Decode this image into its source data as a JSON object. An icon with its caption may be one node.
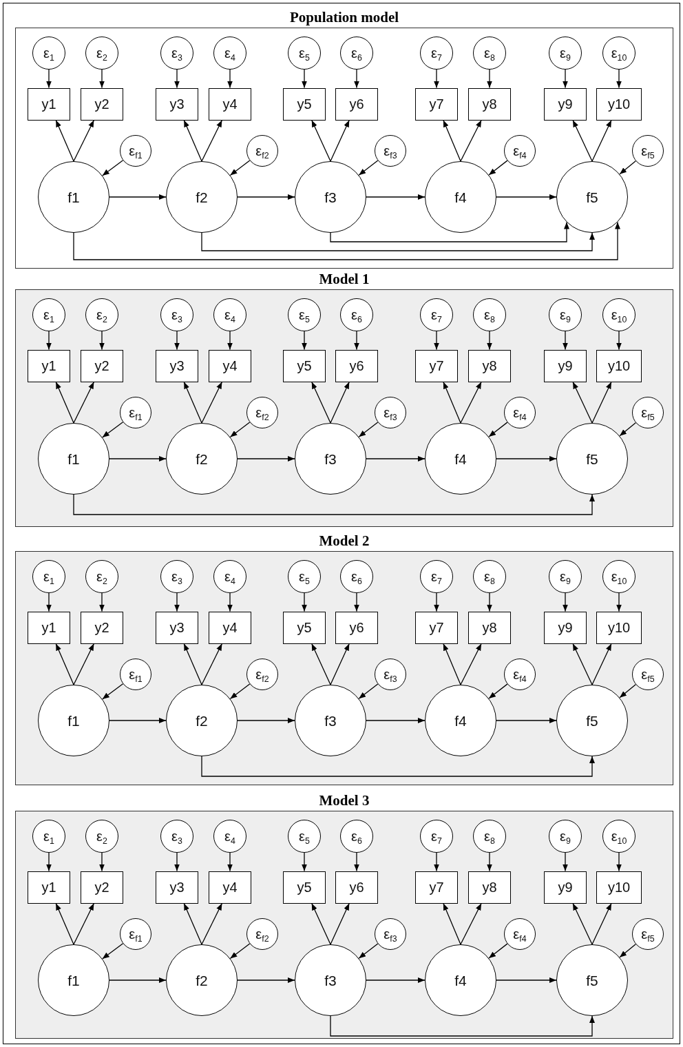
{
  "diagram": {
    "nodes": [
      {
        "text": [
          "Population model"
        ]
      },
      {
        "text": [
          "ε$_{1}$"
        ],
        "in": 0
      },
      {
        "text": [
          "ε$_{2}$"
        ],
        "in": 0
      },
      {
        "text": [
          "ε$_{3}$"
        ],
        "in": 0
      },
      {
        "text": [
          "ε$_{4}$"
        ],
        "in": 0
      },
      {
        "text": [
          "ε$_{5}$"
        ],
        "in": 0
      },
      {
        "text": [
          "ε$_{6}$"
        ],
        "in": 0
      },
      {
        "text": [
          "ε$_{7}$"
        ],
        "in": 0
      },
      {
        "text": [
          "ε$_{8}$"
        ],
        "in": 0
      },
      {
        "text": [
          "ε$_{9}$"
        ],
        "in": 0
      },
      {
        "text": [
          "ε$_{10}$"
        ],
        "in": 0
      },
      {
        "text": [
          "y1"
        ],
        "in": 0
      },
      {
        "text": [
          "y2"
        ],
        "in": 0
      },
      {
        "text": [
          "y3"
        ],
        "in": 0
      },
      {
        "text": [
          "y4"
        ],
        "in": 0
      },
      {
        "text": [
          "y5"
        ],
        "in": 0
      },
      {
        "text": [
          "y6"
        ],
        "in": 0
      },
      {
        "text": [
          "y7"
        ],
        "in": 0
      },
      {
        "text": [
          "y8"
        ],
        "in": 0
      },
      {
        "text": [
          "y9"
        ],
        "in": 0
      },
      {
        "text": [
          "y10"
        ],
        "in": 0
      },
      {
        "text": [
          "ε$_{f1}$"
        ],
        "in": 0
      },
      {
        "text": [
          "ε$_{f2}$"
        ],
        "in": 0
      },
      {
        "text": [
          "ε$_{f3}$"
        ],
        "in": 0
      },
      {
        "text": [
          "ε$_{f4}$"
        ],
        "in": 0
      },
      {
        "text": [
          "ε$_{f5}$"
        ],
        "in": 0
      },
      {
        "text": [
          "f1"
        ],
        "in": 0
      },
      {
        "text": [
          "f2"
        ],
        "in": 0
      },
      {
        "text": [
          "f3"
        ],
        "in": 0
      },
      {
        "text": [
          "f4"
        ],
        "in": 0
      },
      {
        "text": [
          "f5"
        ],
        "in": 0
      },
      {
        "text": [
          "Model 1"
        ]
      },
      {
        "text": [
          "ε$_{1}$"
        ],
        "in": 31
      },
      {
        "text": [
          "ε$_{2}$"
        ],
        "in": 31
      },
      {
        "text": [
          "ε$_{3}$"
        ],
        "in": 31
      },
      {
        "text": [
          "ε$_{4}$"
        ],
        "in": 31
      },
      {
        "text": [
          "ε$_{5}$"
        ],
        "in": 31
      },
      {
        "text": [
          "ε$_{6}$"
        ],
        "in": 31
      },
      {
        "text": [
          "ε$_{7}$"
        ],
        "in": 31
      },
      {
        "text": [
          "ε$_{8}$"
        ],
        "in": 31
      },
      {
        "text": [
          "ε$_{9}$"
        ],
        "in": 31
      },
      {
        "text": [
          "ε$_{10}$"
        ],
        "in": 31
      },
      {
        "text": [
          "y1"
        ],
        "in": 31
      },
      {
        "text": [
          "y2"
        ],
        "in": 31
      },
      {
        "text": [
          "y3"
        ],
        "in": 31
      },
      {
        "text": [
          "y4"
        ],
        "in": 31
      },
      {
        "text": [
          "y5"
        ],
        "in": 31
      },
      {
        "text": [
          "y6"
        ],
        "in": 31
      },
      {
        "text": [
          "y7"
        ],
        "in": 31
      },
      {
        "text": [
          "y8"
        ],
        "in": 31
      },
      {
        "text": [
          "y9"
        ],
        "in": 31
      },
      {
        "text": [
          "y10"
        ],
        "in": 31
      },
      {
        "text": [
          "ε$_{f1}$"
        ],
        "in": 31
      },
      {
        "text": [
          "ε$_{f2}$"
        ],
        "in": 31
      },
      {
        "text": [
          "ε$_{f3}$"
        ],
        "in": 31
      },
      {
        "text": [
          "ε$_{f4}$"
        ],
        "in": 31
      },
      {
        "text": [
          "ε$_{f5}$"
        ],
        "in": 31
      },
      {
        "text": [
          "f1"
        ],
        "in": 31
      },
      {
        "text": [
          "f2"
        ],
        "in": 31
      },
      {
        "text": [
          "f3"
        ],
        "in": 31
      },
      {
        "text": [
          "f4"
        ],
        "in": 31
      },
      {
        "text": [
          "f5"
        ],
        "in": 31
      },
      {
        "text": [
          "Model 2"
        ]
      },
      {
        "text": [
          "ε$_{1}$"
        ],
        "in": 62
      },
      {
        "text": [
          "ε$_{2}$"
        ],
        "in": 62
      },
      {
        "text": [
          "ε$_{3}$"
        ],
        "in": 62
      },
      {
        "text": [
          "ε$_{4}$"
        ],
        "in": 62
      },
      {
        "text": [
          "ε$_{5}$"
        ],
        "in": 62
      },
      {
        "text": [
          "ε$_{6}$"
        ],
        "in": 62
      },
      {
        "text": [
          "ε$_{7}$"
        ],
        "in": 62
      },
      {
        "text": [
          "ε$_{8}$"
        ],
        "in": 62
      },
      {
        "text": [
          "ε$_{9}$"
        ],
        "in": 62
      },
      {
        "text": [
          "ε$_{10}$"
        ],
        "in": 62
      },
      {
        "text": [
          "y1"
        ],
        "in": 62
      },
      {
        "text": [
          "y2"
        ],
        "in": 62
      },
      {
        "text": [
          "y3"
        ],
        "in": 62
      },
      {
        "text": [
          "y4"
        ],
        "in": 62
      },
      {
        "text": [
          "y5"
        ],
        "in": 62
      },
      {
        "text": [
          "y6"
        ],
        "in": 62
      },
      {
        "text": [
          "y7"
        ],
        "in": 62
      },
      {
        "text": [
          "y8"
        ],
        "in": 62
      },
      {
        "text": [
          "y9"
        ],
        "in": 62
      },
      {
        "text": [
          "y10"
        ],
        "in": 62
      },
      {
        "text": [
          "ε$_{f1}$"
        ],
        "in": 62
      },
      {
        "text": [
          "ε$_{f2}$"
        ],
        "in": 62
      },
      {
        "text": [
          "ε$_{f3}$"
        ],
        "in": 62
      },
      {
        "text": [
          "ε$_{f4}$"
        ],
        "in": 62
      },
      {
        "text": [
          "ε$_{f5}$"
        ],
        "in": 62
      },
      {
        "text": [
          "f1"
        ],
        "in": 62
      },
      {
        "text": [
          "f2"
        ],
        "in": 62
      },
      {
        "text": [
          "f3"
        ],
        "in": 62
      },
      {
        "text": [
          "f4"
        ],
        "in": 62
      },
      {
        "text": [
          "f5"
        ],
        "in": 62
      },
      {
        "text": [
          "Model 3"
        ]
      },
      {
        "text": [
          "ε$_{1}$"
        ],
        "in": 93
      },
      {
        "text": [
          "ε$_{2}$"
        ],
        "in": 93
      },
      {
        "text": [
          "ε$_{3}$"
        ],
        "in": 93
      },
      {
        "text": [
          "ε$_{4}$"
        ],
        "in": 93
      },
      {
        "text": [
          "ε$_{5}$"
        ],
        "in": 93
      },
      {
        "text": [
          "ε$_{6}$"
        ],
        "in": 93
      },
      {
        "text": [
          "ε$_{7}$"
        ],
        "in": 93
      },
      {
        "text": [
          "ε$_{8}$"
        ],
        "in": 93
      },
      {
        "text": [
          "ε$_{9}$"
        ],
        "in": 93
      },
      {
        "text": [
          "ε$_{10}$"
        ],
        "in": 93
      },
      {
        "text": [
          "y1"
        ],
        "in": 93
      },
      {
        "text": [
          "y2"
        ],
        "in": 93
      },
      {
        "text": [
          "y3"
        ],
        "in": 93
      },
      {
        "text": [
          "y4"
        ],
        "in": 93
      },
      {
        "text": [
          "y5"
        ],
        "in": 93
      },
      {
        "text": [
          "y6"
        ],
        "in": 93
      },
      {
        "text": [
          "y7"
        ],
        "in": 93
      },
      {
        "text": [
          "y8"
        ],
        "in": 93
      },
      {
        "text": [
          "y9"
        ],
        "in": 93
      },
      {
        "text": [
          "y10"
        ],
        "in": 93
      },
      {
        "text": [
          "ε$_{f1}$"
        ],
        "in": 93
      },
      {
        "text": [
          "ε$_{f2}$"
        ],
        "in": 93
      },
      {
        "text": [
          "ε$_{f3}$"
        ],
        "in": 93
      },
      {
        "text": [
          "ε$_{f4}$"
        ],
        "in": 93
      },
      {
        "text": [
          "ε$_{f5}$"
        ],
        "in": 93
      },
      {
        "text": [
          "f1"
        ],
        "in": 93
      },
      {
        "text": [
          "f2"
        ],
        "in": 93
      },
      {
        "text": [
          "f3"
        ],
        "in": 93
      },
      {
        "text": [
          "f4"
        ],
        "in": 93
      },
      {
        "text": [
          "f5"
        ],
        "in": 93
      }
    ],
    "edges": [
      {
        "from": 1,
        "to": 11,
        "arrow": "to"
      },
      {
        "from": 2,
        "to": 12,
        "arrow": "to"
      },
      {
        "from": 3,
        "to": 13,
        "arrow": "to"
      },
      {
        "from": 4,
        "to": 14,
        "arrow": "to"
      },
      {
        "from": 5,
        "to": 15,
        "arrow": "to"
      },
      {
        "from": 6,
        "to": 16,
        "arrow": "to"
      },
      {
        "from": 7,
        "to": 17,
        "arrow": "to"
      },
      {
        "from": 8,
        "to": 18,
        "arrow": "to"
      },
      {
        "from": 9,
        "to": 19,
        "arrow": "to"
      },
      {
        "from": 10,
        "to": 20,
        "arrow": "to"
      },
      {
        "from": 26,
        "to": 11,
        "arrow": "to"
      },
      {
        "from": 26,
        "to": 12,
        "arrow": "to"
      },
      {
        "from": 27,
        "to": 13,
        "arrow": "to"
      },
      {
        "from": 27,
        "to": 14,
        "arrow": "to"
      },
      {
        "from": 28,
        "to": 15,
        "arrow": "to"
      },
      {
        "from": 28,
        "to": 16,
        "arrow": "to"
      },
      {
        "from": 29,
        "to": 17,
        "arrow": "to"
      },
      {
        "from": 29,
        "to": 18,
        "arrow": "to"
      },
      {
        "from": 30,
        "to": 19,
        "arrow": "to"
      },
      {
        "from": 30,
        "to": 20,
        "arrow": "to"
      },
      {
        "from": 21,
        "to": 26,
        "arrow": "to"
      },
      {
        "from": 22,
        "to": 27,
        "arrow": "to"
      },
      {
        "from": 23,
        "to": 28,
        "arrow": "to"
      },
      {
        "from": 24,
        "to": 29,
        "arrow": "to"
      },
      {
        "from": 25,
        "to": 30,
        "arrow": "to"
      },
      {
        "from": 26,
        "to": 27,
        "arrow": "to"
      },
      {
        "from": 27,
        "to": 28,
        "arrow": "to"
      },
      {
        "from": 28,
        "to": 29,
        "arrow": "to"
      },
      {
        "from": 29,
        "to": 30,
        "arrow": "to"
      },
      {
        "from": 28,
        "to": 30,
        "arrow": "to"
      },
      {
        "from": 27,
        "to": 30,
        "arrow": "to"
      },
      {
        "from": 26,
        "to": 30,
        "arrow": "to"
      },
      {
        "from": 32,
        "to": 42,
        "arrow": "to"
      },
      {
        "from": 33,
        "to": 43,
        "arrow": "to"
      },
      {
        "from": 34,
        "to": 44,
        "arrow": "to"
      },
      {
        "from": 35,
        "to": 45,
        "arrow": "to"
      },
      {
        "from": 36,
        "to": 46,
        "arrow": "to"
      },
      {
        "from": 37,
        "to": 47,
        "arrow": "to"
      },
      {
        "from": 38,
        "to": 48,
        "arrow": "to"
      },
      {
        "from": 39,
        "to": 49,
        "arrow": "to"
      },
      {
        "from": 40,
        "to": 50,
        "arrow": "to"
      },
      {
        "from": 41,
        "to": 51,
        "arrow": "to"
      },
      {
        "from": 57,
        "to": 42,
        "arrow": "to"
      },
      {
        "from": 57,
        "to": 43,
        "arrow": "to"
      },
      {
        "from": 58,
        "to": 44,
        "arrow": "to"
      },
      {
        "from": 58,
        "to": 45,
        "arrow": "to"
      },
      {
        "from": 59,
        "to": 46,
        "arrow": "to"
      },
      {
        "from": 59,
        "to": 47,
        "arrow": "to"
      },
      {
        "from": 60,
        "to": 48,
        "arrow": "to"
      },
      {
        "from": 60,
        "to": 49,
        "arrow": "to"
      },
      {
        "from": 61,
        "to": 50,
        "arrow": "to"
      },
      {
        "from": 61,
        "to": 51,
        "arrow": "to"
      },
      {
        "from": 52,
        "to": 57,
        "arrow": "to"
      },
      {
        "from": 53,
        "to": 58,
        "arrow": "to"
      },
      {
        "from": 54,
        "to": 59,
        "arrow": "to"
      },
      {
        "from": 55,
        "to": 60,
        "arrow": "to"
      },
      {
        "from": 56,
        "to": 61,
        "arrow": "to"
      },
      {
        "from": 57,
        "to": 58,
        "arrow": "to"
      },
      {
        "from": 58,
        "to": 59,
        "arrow": "to"
      },
      {
        "from": 59,
        "to": 60,
        "arrow": "to"
      },
      {
        "from": 60,
        "to": 61,
        "arrow": "to"
      },
      {
        "from": 57,
        "to": 61,
        "arrow": "to"
      },
      {
        "from": 63,
        "to": 73,
        "arrow": "to"
      },
      {
        "from": 64,
        "to": 74,
        "arrow": "to"
      },
      {
        "from": 65,
        "to": 75,
        "arrow": "to"
      },
      {
        "from": 66,
        "to": 76,
        "arrow": "to"
      },
      {
        "from": 67,
        "to": 77,
        "arrow": "to"
      },
      {
        "from": 68,
        "to": 78,
        "arrow": "to"
      },
      {
        "from": 69,
        "to": 79,
        "arrow": "to"
      },
      {
        "from": 70,
        "to": 80,
        "arrow": "to"
      },
      {
        "from": 71,
        "to": 81,
        "arrow": "to"
      },
      {
        "from": 72,
        "to": 82,
        "arrow": "to"
      },
      {
        "from": 88,
        "to": 73,
        "arrow": "to"
      },
      {
        "from": 88,
        "to": 74,
        "arrow": "to"
      },
      {
        "from": 89,
        "to": 75,
        "arrow": "to"
      },
      {
        "from": 89,
        "to": 76,
        "arrow": "to"
      },
      {
        "from": 90,
        "to": 77,
        "arrow": "to"
      },
      {
        "from": 90,
        "to": 78,
        "arrow": "to"
      },
      {
        "from": 91,
        "to": 79,
        "arrow": "to"
      },
      {
        "from": 91,
        "to": 80,
        "arrow": "to"
      },
      {
        "from": 92,
        "to": 81,
        "arrow": "to"
      },
      {
        "from": 92,
        "to": 82,
        "arrow": "to"
      },
      {
        "from": 83,
        "to": 88,
        "arrow": "to"
      },
      {
        "from": 84,
        "to": 89,
        "arrow": "to"
      },
      {
        "from": 85,
        "to": 90,
        "arrow": "to"
      },
      {
        "from": 86,
        "to": 91,
        "arrow": "to"
      },
      {
        "from": 87,
        "to": 92,
        "arrow": "to"
      },
      {
        "from": 88,
        "to": 89,
        "arrow": "to"
      },
      {
        "from": 89,
        "to": 90,
        "arrow": "to"
      },
      {
        "from": 90,
        "to": 91,
        "arrow": "to"
      },
      {
        "from": 91,
        "to": 92,
        "arrow": "to"
      },
      {
        "from": 89,
        "to": 92,
        "arrow": "to"
      },
      {
        "from": 94,
        "to": 104,
        "arrow": "to"
      },
      {
        "from": 95,
        "to": 105,
        "arrow": "to"
      },
      {
        "from": 96,
        "to": 106,
        "arrow": "to"
      },
      {
        "from": 97,
        "to": 107,
        "arrow": "to"
      },
      {
        "from": 98,
        "to": 108,
        "arrow": "to"
      },
      {
        "from": 99,
        "to": 109,
        "arrow": "to"
      },
      {
        "from": 100,
        "to": 110,
        "arrow": "to"
      },
      {
        "from": 101,
        "to": 111,
        "arrow": "to"
      },
      {
        "from": 102,
        "to": 112,
        "arrow": "to"
      },
      {
        "from": 103,
        "to": 113,
        "arrow": "to"
      },
      {
        "from": 119,
        "to": 104,
        "arrow": "to"
      },
      {
        "from": 119,
        "to": 105,
        "arrow": "to"
      },
      {
        "from": 120,
        "to": 106,
        "arrow": "to"
      },
      {
        "from": 120,
        "to": 107,
        "arrow": "to"
      },
      {
        "from": 121,
        "to": 108,
        "arrow": "to"
      },
      {
        "from": 121,
        "to": 109,
        "arrow": "to"
      },
      {
        "from": 122,
        "to": 110,
        "arrow": "to"
      },
      {
        "from": 122,
        "to": 111,
        "arrow": "to"
      },
      {
        "from": 123,
        "to": 112,
        "arrow": "to"
      },
      {
        "from": 123,
        "to": 113,
        "arrow": "to"
      },
      {
        "from": 114,
        "to": 119,
        "arrow": "to"
      },
      {
        "from": 115,
        "to": 120,
        "arrow": "to"
      },
      {
        "from": 116,
        "to": 121,
        "arrow": "to"
      },
      {
        "from": 117,
        "to": 122,
        "arrow": "to"
      },
      {
        "from": 118,
        "to": 123,
        "arrow": "to"
      },
      {
        "from": 119,
        "to": 120,
        "arrow": "to"
      },
      {
        "from": 120,
        "to": 121,
        "arrow": "to"
      },
      {
        "from": 121,
        "to": 122,
        "arrow": "to"
      },
      {
        "from": 122,
        "to": 123,
        "arrow": "to"
      },
      {
        "from": 121,
        "to": 123,
        "arrow": "to"
      }
    ]
  }
}
